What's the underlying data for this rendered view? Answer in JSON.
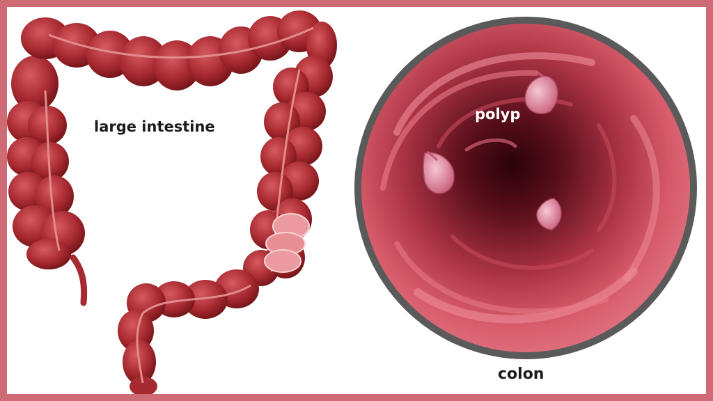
{
  "labels": {
    "large_intestine": "large intestine",
    "polyp": "polyp",
    "colon": "colon"
  },
  "colors": {
    "frame": "#cf6b74",
    "intestine_dark": "#8a1a1e",
    "intestine_mid": "#b3333a",
    "intestine_light": "#d65a5f",
    "colon_ring": "#5a5a5a",
    "colon_wall": "#d85c6a",
    "colon_deep": "#3e0a14",
    "polyp": "#e8a0b4"
  },
  "icons": {
    "illustration": "large-intestine-illustration",
    "cross_section": "colon-cross-section",
    "polyp": "polyp-icon"
  }
}
